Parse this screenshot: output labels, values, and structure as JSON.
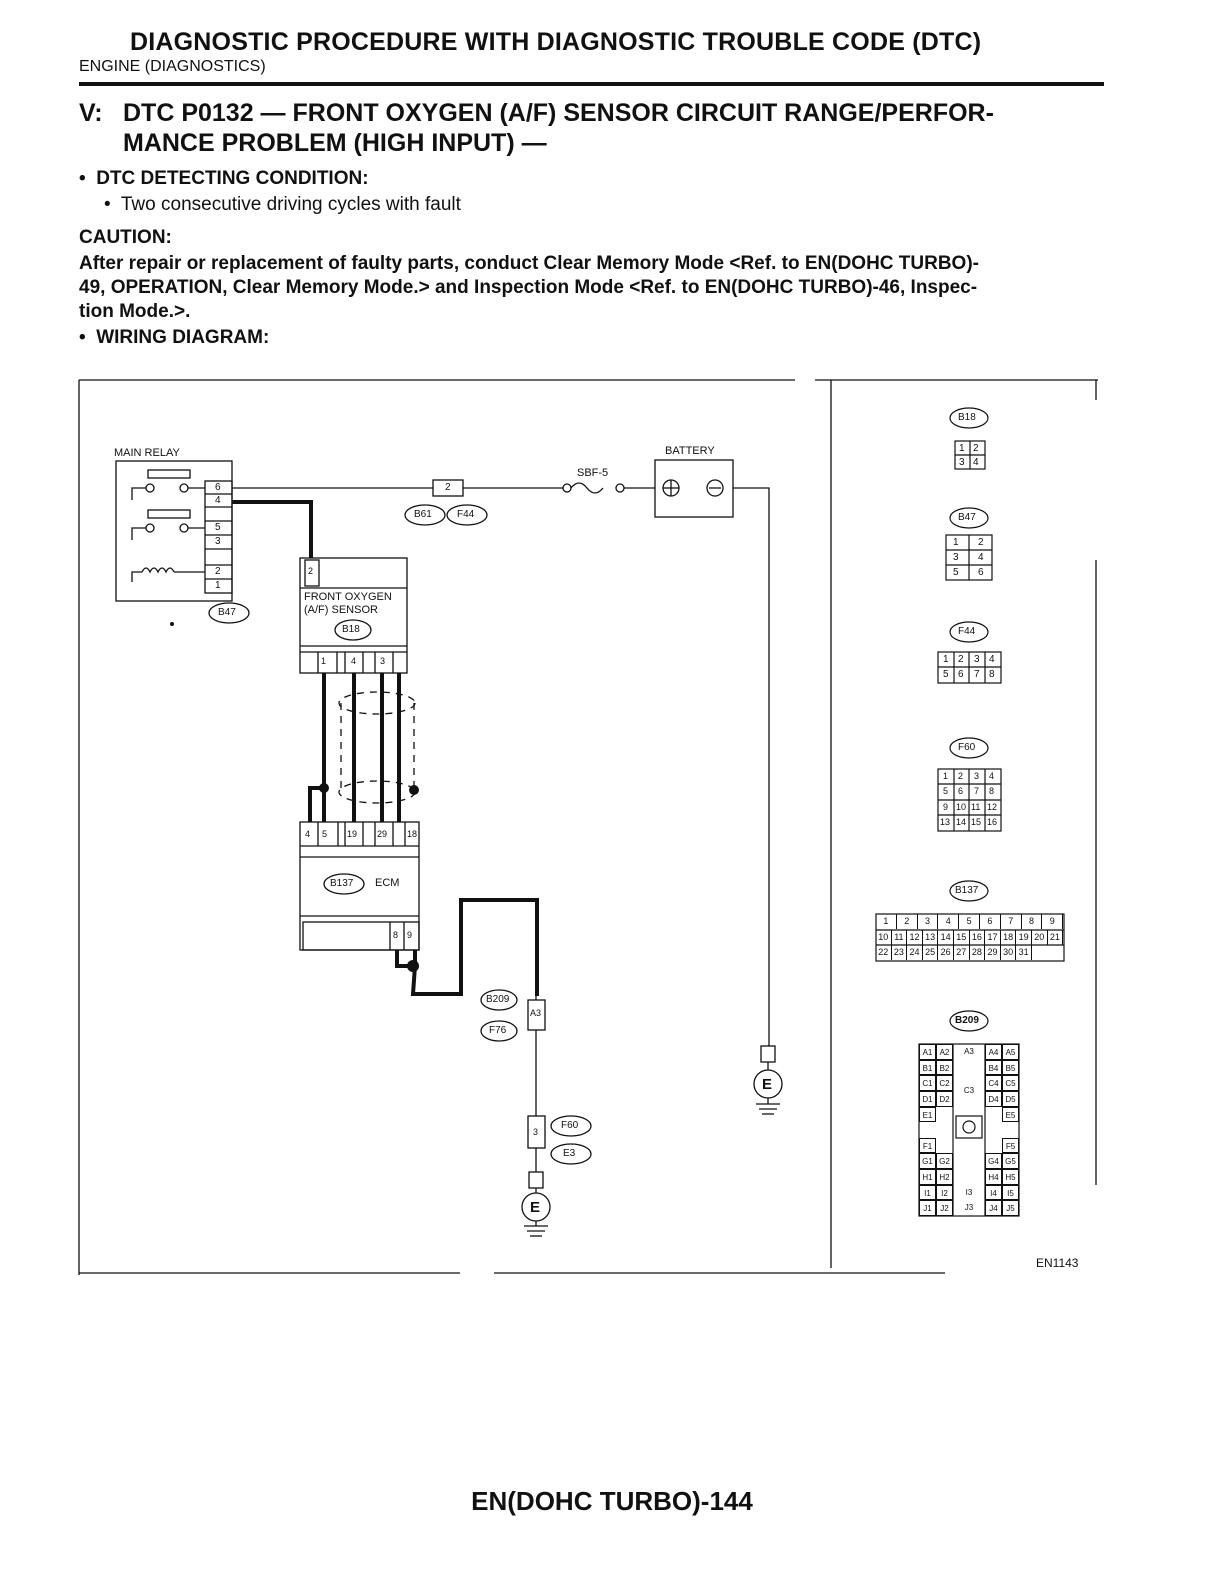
{
  "header": {
    "title": "DIAGNOSTIC PROCEDURE WITH DIAGNOSTIC TROUBLE CODE (DTC)",
    "subtitle": "ENGINE (DIAGNOSTICS)"
  },
  "section": {
    "number": "V:",
    "title_line1": "DTC P0132 — FRONT OXYGEN (A/F) SENSOR CIRCUIT RANGE/PERFOR-",
    "title_line2": "MANCE PROBLEM (HIGH INPUT) —"
  },
  "dtc_condition": {
    "heading": "DTC DETECTING CONDITION:",
    "item": "Two consecutive driving cycles with fault"
  },
  "caution": {
    "heading": "CAUTION:",
    "line1": "After repair or replacement of faulty parts, conduct Clear Memory Mode <Ref. to EN(DOHC TURBO)-",
    "line2": "49, OPERATION, Clear Memory Mode.> and Inspection Mode <Ref. to EN(DOHC TURBO)-46, Inspec-",
    "line3": "tion Mode.>."
  },
  "wiring": {
    "heading": "WIRING DIAGRAM:"
  },
  "diagram": {
    "main_relay": "MAIN RELAY",
    "battery": "BATTERY",
    "fuse": "SBF-5",
    "sensor_line1": "FRONT OXYGEN",
    "sensor_line2": "(A/F) SENSOR",
    "ecm": "ECM",
    "ground": "E",
    "relay_pins": [
      "6",
      "4",
      "5",
      "3",
      "2",
      "1"
    ],
    "sensor_pins": [
      "1",
      "4",
      "3"
    ],
    "ecm_pins": [
      "4",
      "5",
      "19",
      "29",
      "18"
    ],
    "ecm_bottom_pins": [
      "8",
      "9"
    ],
    "joint_pin": "2",
    "b209_pin": "A3",
    "f60_pin": "3",
    "connectors": {
      "b47": "B47",
      "b61": "B61",
      "f44": "F44",
      "b18": "B18",
      "b137": "B137",
      "b209": "B209",
      "f76": "F76",
      "f60": "F60",
      "e3": "E3"
    },
    "figure_id": "EN1143"
  },
  "connector_views": {
    "b18_pins": [
      "1",
      "2",
      "3",
      "4"
    ],
    "b47_pins": [
      "1",
      "2",
      "3",
      "4",
      "5",
      "6"
    ],
    "f44_pins": [
      "1",
      "2",
      "3",
      "4",
      "5",
      "6",
      "7",
      "8"
    ],
    "f60_pins": [
      "1",
      "2",
      "3",
      "4",
      "5",
      "6",
      "7",
      "8",
      "9",
      "10",
      "11",
      "12",
      "13",
      "14",
      "15",
      "16"
    ],
    "b137_row1": [
      "1",
      "2",
      "3",
      "4",
      "5",
      "6",
      "7",
      "8",
      "9"
    ],
    "b137_row2": [
      "10",
      "11",
      "12",
      "13",
      "14",
      "15",
      "16",
      "17",
      "18",
      "19",
      "20",
      "21"
    ],
    "b137_row3": [
      "22",
      "23",
      "24",
      "25",
      "26",
      "27",
      "28",
      "29",
      "30",
      "31"
    ],
    "b209_left": [
      [
        "A1",
        "A2"
      ],
      [
        "B1",
        "B2"
      ],
      [
        "C1",
        "C2"
      ],
      [
        "D1",
        "D2"
      ],
      [
        "E1",
        ""
      ],
      [
        "",
        ""
      ],
      [
        "F1",
        ""
      ],
      [
        "G1",
        "G2"
      ],
      [
        "H1",
        "H2"
      ],
      [
        "I1",
        "I2"
      ],
      [
        "J1",
        "J2"
      ]
    ],
    "b209_right": [
      [
        "A4",
        "A5"
      ],
      [
        "B4",
        "B5"
      ],
      [
        "C4",
        "C5"
      ],
      [
        "D4",
        "D5"
      ],
      [
        "",
        "E5"
      ],
      [
        "",
        ""
      ],
      [
        "",
        "F5"
      ],
      [
        "G4",
        "G5"
      ],
      [
        "H4",
        "H5"
      ],
      [
        "I4",
        "I5"
      ],
      [
        "J4",
        "J5"
      ]
    ],
    "b209_center": [
      "A3",
      "C3",
      "I3",
      "J3"
    ]
  },
  "footer": {
    "page": "EN(DOHC TURBO)-144"
  }
}
